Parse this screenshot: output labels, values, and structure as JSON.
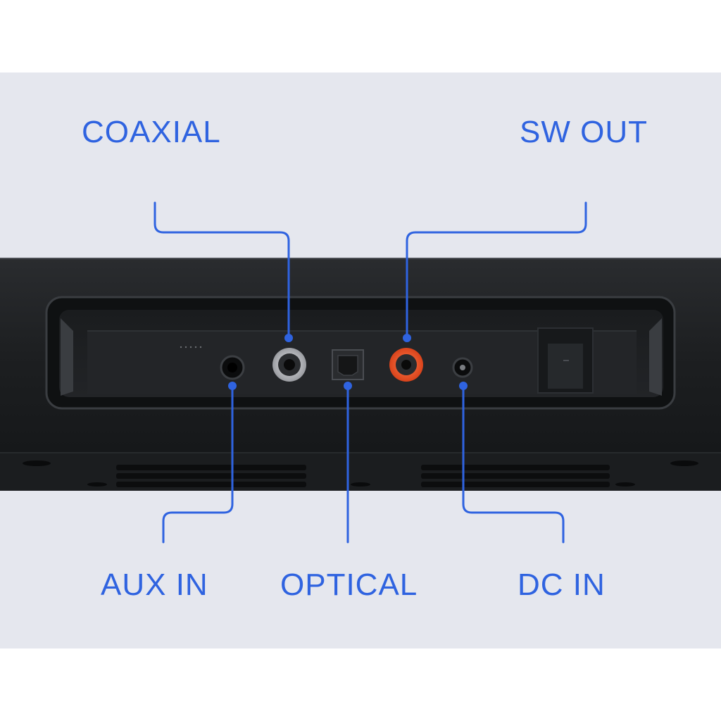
{
  "labels": {
    "coaxial": "COAXIAL",
    "sw_out": "SW OUT",
    "aux_in": "AUX IN",
    "optical": "OPTICAL",
    "dc_in": "DC IN"
  },
  "colors": {
    "accent": "#2f63e0",
    "background_panel": "#e5e7ee",
    "device_body": "#1e2022",
    "sw_out_ring": "#e8542a",
    "coaxial_ring": "#c9cbcf"
  }
}
